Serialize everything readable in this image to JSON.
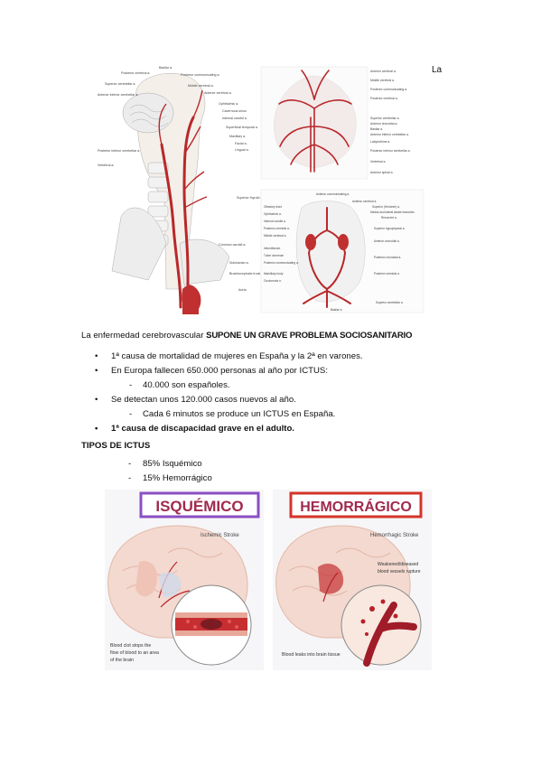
{
  "corner_text": "La",
  "anatomy_figure": {
    "left_labels": [
      "Basilar a.",
      "Posterior cerebral a.",
      "Superior cerebellar a.",
      "Anterior inferior cerebellar a.",
      "Posterior inferior cerebellar a.",
      "Vertebral a."
    ],
    "center_labels": [
      "Posterior communicating a.",
      "Middle cerebral a.",
      "Anterior cerebral a.",
      "Ophthalmic a.",
      "Cavernous sinus",
      "Internal carotid a.",
      "Superficial temporal a.",
      "Maxillary a.",
      "Facial a.",
      "Lingual a.",
      "Superior thyroid a.",
      "Common carotid a.",
      "Subclavian a.",
      "Brachiocephalic trunk",
      "Aorta"
    ],
    "right_top_labels": [
      "Anterior cerebral a.",
      "Middle cerebral a.",
      "Posterior communicating a.",
      "Posterior cerebral a.",
      "Superior cerebellar a.",
      "Anterior choroidal a.",
      "Basilar a.",
      "Anterior inferior cerebellar a.",
      "Labyrinthine a.",
      "Posterior inferior cerebellar a.",
      "Vertebral a.",
      "Anterior spinal a."
    ],
    "right_bottom_labels": [
      "Anterior communicating a.",
      "Anterior cerebral a.",
      "Olfactory tract",
      "Ophthalmic a.",
      "Internal carotid a.",
      "Posterior cerebral a.",
      "Middle cerebral a.",
      "Infundibulum",
      "Tuber cinereum",
      "Posterior communicating a.",
      "Mamillary body",
      "Oculomotor n.",
      "Superior (Heubner) a.",
      "Recurrent a.",
      "Medial and lateral striate branches",
      "Superior hypophyseal a.",
      "Anterior choroidal a.",
      "Posterior choroidal a.",
      "Posterior cerebral a.",
      "Superior cerebellar a.",
      "Basilar a."
    ]
  },
  "heading_main": {
    "prefix": "La enfermedad cerebrovascular ",
    "emphasis": "SUPONE UN GRAVE PROBLEMA SOCIOSANITARIO"
  },
  "bullet_glyph": "•",
  "dash_glyph": "-",
  "bullets": [
    {
      "text": "1ª causa de mortalidad de mujeres en España y la 2ª en varones.",
      "level": 1,
      "bold": false
    },
    {
      "text": "En Europa fallecen 650.000 personas al año por ICTUS:",
      "level": 1,
      "bold": false
    },
    {
      "text": "40.000 son españoles.",
      "level": 2,
      "bold": false
    },
    {
      "text": "Se detectan unos 120.000 casos nuevos al año.",
      "level": 1,
      "bold": false
    },
    {
      "text": "Cada 6 minutos se produce un ICTUS en España.",
      "level": 2,
      "bold": false
    },
    {
      "text": "1ª causa de discapacidad grave en el adulto.",
      "level": 1,
      "bold": true
    }
  ],
  "heading_tipos": "TIPOS DE ICTUS",
  "types": [
    "85% Isquémico",
    "15% Hemorrágico"
  ],
  "stroke_figure": {
    "left_banner": "ISQUÉMICO",
    "right_banner": "HEMORRÁGICO",
    "left_title": "Ischemic Stroke",
    "right_title": "Hemorrhagic Stroke",
    "left_caption_1": "Blood clot stops the",
    "left_caption_2": "flow of blood to an area",
    "left_caption_3": "of the brain",
    "right_note_1": "Weakened/diseased",
    "right_note_2": "blood vessels rupture",
    "right_caption": "Blood leaks into brain tissue",
    "colors": {
      "left_banner_border": "#8a4fc4",
      "right_banner_border": "#d4342a",
      "banner_text": "#a02a4e",
      "blood": "#b8202a"
    }
  }
}
